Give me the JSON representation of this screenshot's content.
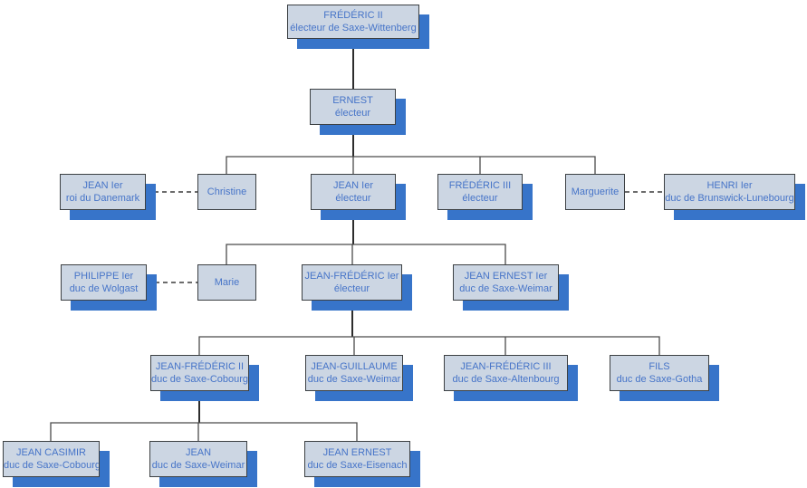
{
  "diagram": {
    "kind": "family-tree",
    "background_color": "#ffffff",
    "node_fill_color": "#ccd6e3",
    "node_border_color": "#3c4043",
    "node_shadow_color": "#3774c9",
    "text_color": "#4674c8",
    "connector_color": "#4a4a4a",
    "marriage_line_style": "dashed"
  },
  "nodes": {
    "frederic_ii": {
      "name": "FRÉDÉRIC II",
      "title": "électeur de Saxe-Wittenberg"
    },
    "ernest": {
      "name": "ERNEST",
      "title": "électeur"
    },
    "jean_ier_danemark": {
      "name": "JEAN Ier",
      "title": "roi du Danemark"
    },
    "christine": {
      "name": "Christine"
    },
    "jean_ier_electeur": {
      "name": "JEAN Ier",
      "title": "électeur"
    },
    "frederic_iii": {
      "name": "FRÉDÉRIC III",
      "title": "électeur"
    },
    "marguerite": {
      "name": "Marguerite"
    },
    "henri_ier": {
      "name": "HENRI Ier",
      "title": "duc de Brunswick-Lunebourg"
    },
    "philippe_ier": {
      "name": "PHILIPPE Ier",
      "title": "duc de Wolgast"
    },
    "marie": {
      "name": "Marie"
    },
    "jean_frederic_ier": {
      "name": "JEAN-FRÉDÉRIC Ier",
      "title": "électeur"
    },
    "jean_ernest_ier": {
      "name": "JEAN ERNEST Ier",
      "title": "duc de Saxe-Weimar"
    },
    "jean_frederic_ii": {
      "name": "JEAN-FRÉDÉRIC II",
      "title": "duc de Saxe-Cobourg"
    },
    "jean_guillaume": {
      "name": "JEAN-GUILLAUME",
      "title": "duc de Saxe-Weimar"
    },
    "jean_frederic_iii": {
      "name": "JEAN-FRÉDÉRIC III",
      "title": "duc de Saxe-Altenbourg"
    },
    "fils": {
      "name": "FILS",
      "title": "duc de Saxe-Gotha"
    },
    "jean_casimir": {
      "name": "JEAN CASIMIR",
      "title": "duc de Saxe-Cobourg"
    },
    "jean": {
      "name": "JEAN",
      "title": "duc de Saxe-Weimar"
    },
    "jean_ernest": {
      "name": "JEAN ERNEST",
      "title": "duc de Saxe-Eisenach"
    }
  },
  "relations": {
    "parent_child": [
      {
        "parent": "FRÉDÉRIC II (électeur de Saxe-Wittenberg)",
        "children": [
          "ERNEST (électeur)"
        ]
      },
      {
        "parent": "ERNEST (électeur)",
        "children": [
          "Christine",
          "JEAN Ier (électeur)",
          "FRÉDÉRIC III (électeur)",
          "Marguerite"
        ]
      },
      {
        "parent": "JEAN Ier (électeur)",
        "children": [
          "Marie",
          "JEAN-FRÉDÉRIC Ier (électeur)",
          "JEAN ERNEST Ier (duc de Saxe-Weimar)"
        ]
      },
      {
        "parent": "JEAN-FRÉDÉRIC Ier (électeur)",
        "children": [
          "JEAN-FRÉDÉRIC II (duc de Saxe-Cobourg)",
          "JEAN-GUILLAUME (duc de Saxe-Weimar)",
          "JEAN-FRÉDÉRIC III (duc de Saxe-Altenbourg)",
          "FILS (duc de Saxe-Gotha)"
        ]
      },
      {
        "parent": "JEAN-FRÉDÉRIC II (duc de Saxe-Cobourg)",
        "children": [
          "JEAN CASIMIR (duc de Saxe-Cobourg)",
          "JEAN (duc de Saxe-Weimar)",
          "JEAN ERNEST (duc de Saxe-Eisenach)"
        ]
      }
    ],
    "marriages": [
      [
        "JEAN Ier (roi du Danemark)",
        "Christine"
      ],
      [
        "Marguerite",
        "HENRI Ier (duc de Brunswick-Lunebourg)"
      ],
      [
        "PHILIPPE Ier (duc de Wolgast)",
        "Marie"
      ]
    ]
  }
}
